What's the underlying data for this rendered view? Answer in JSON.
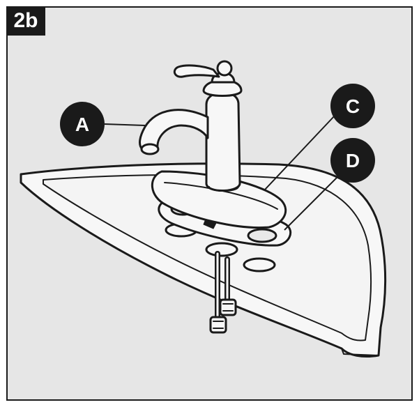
{
  "step_label": "2b",
  "callouts": {
    "a": "A",
    "c": "C",
    "d": "D"
  },
  "colors": {
    "background": "#e6e6e6",
    "ink": "#1a1a1a",
    "badge": "#1a1a1a",
    "part_fill": "#f7f7f7"
  }
}
